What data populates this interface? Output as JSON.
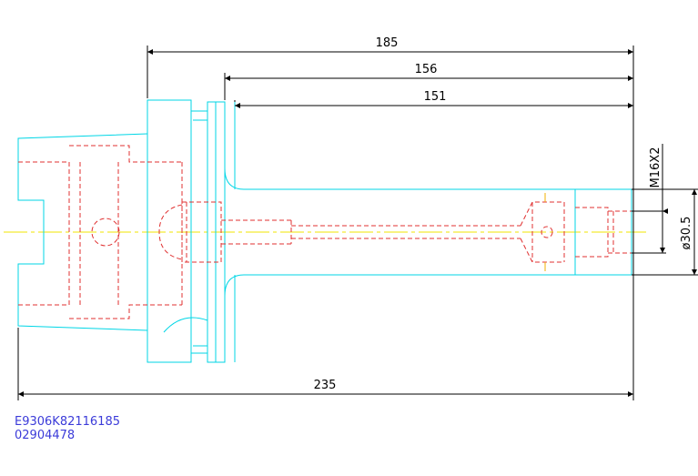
{
  "drawing": {
    "dimensions": {
      "overall_top": "185",
      "middle": "156",
      "inner": "151",
      "total_length": "235",
      "thread": "M16X2",
      "diameter": "ø30.5"
    },
    "part_codes": [
      "E9306K82116185",
      "02904478"
    ],
    "colors": {
      "outline": "#00d6e6",
      "hidden": "#e03030",
      "centerline": "#f2e600",
      "dimension": "#000000",
      "label": "#3b3bd9"
    }
  }
}
